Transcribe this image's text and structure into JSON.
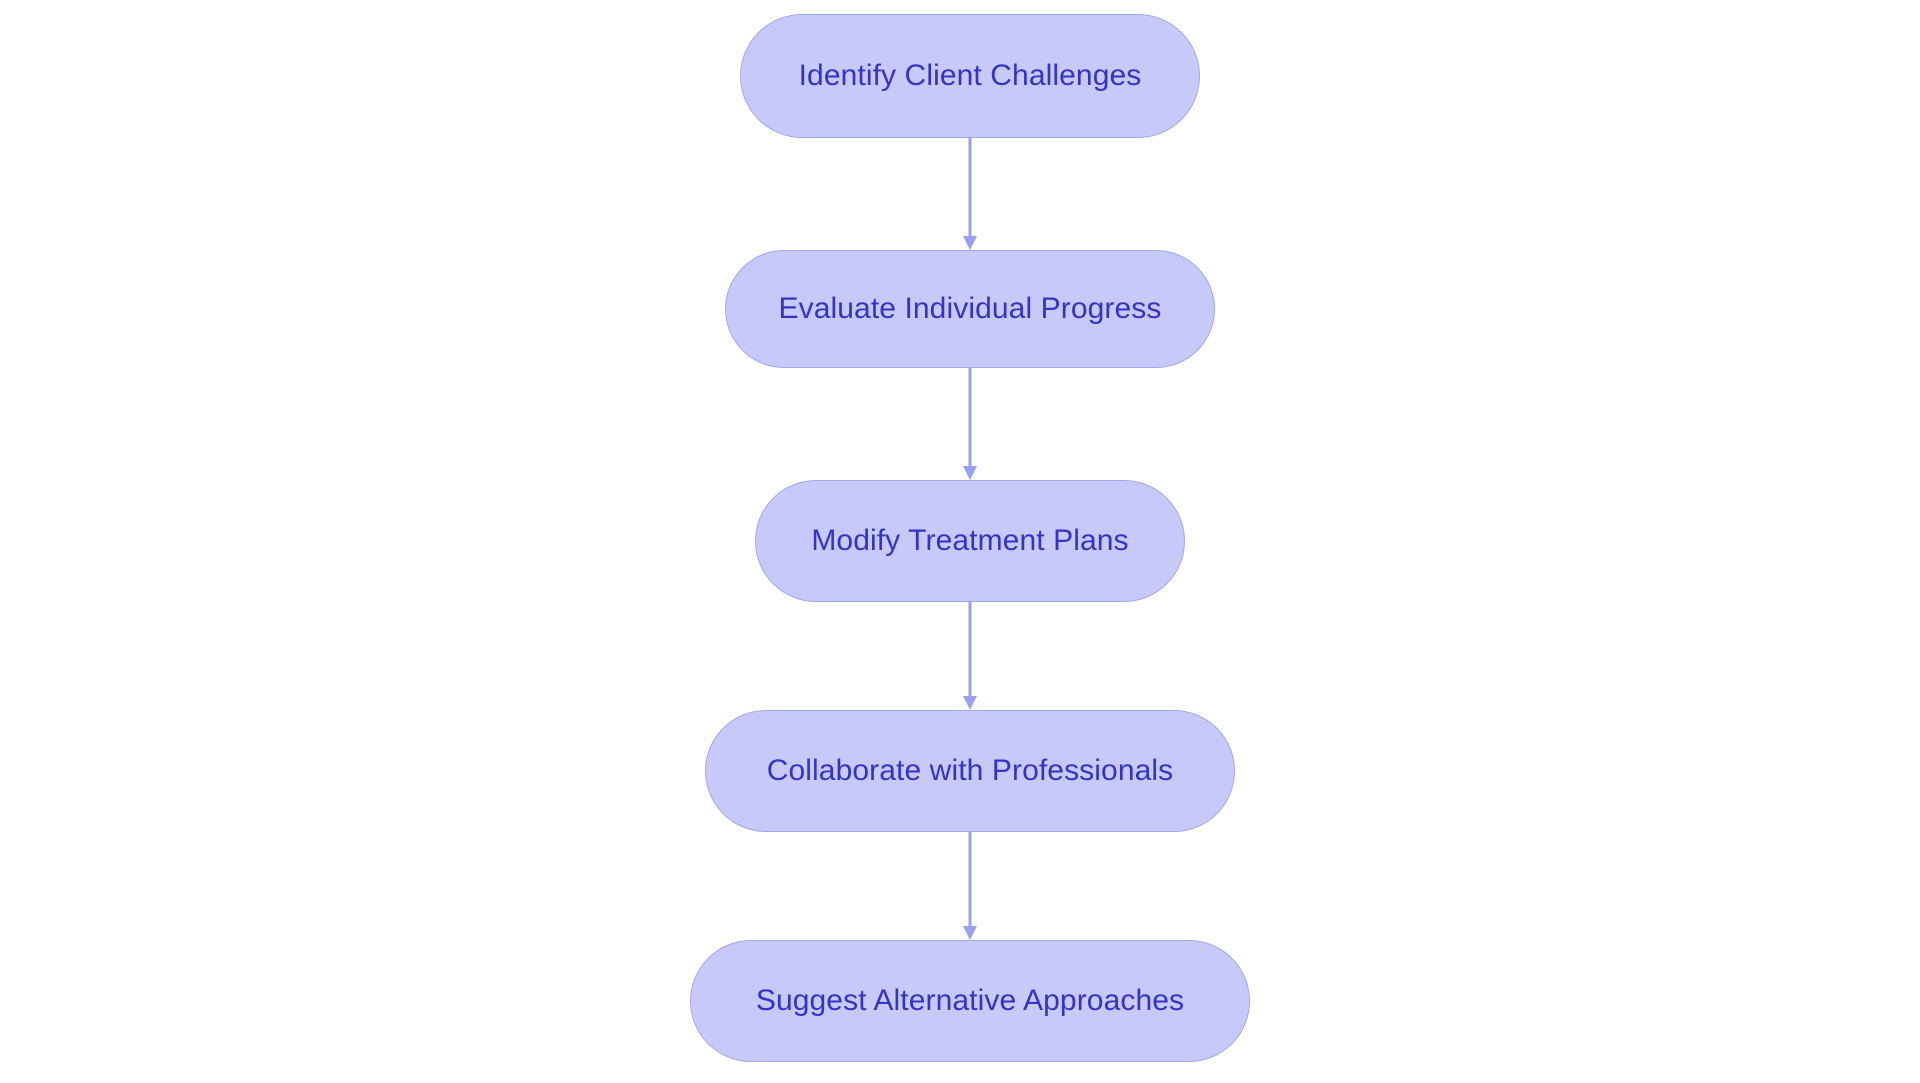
{
  "diagram": {
    "type": "flowchart",
    "orientation": "vertical-top-to-bottom",
    "background_color": "#ffffff",
    "node_fill_color": "#c7caf9",
    "node_border_color": "#a3a7ee",
    "node_text_color": "#3333cc",
    "connector_color": "#9aa0f0",
    "nodes": [
      {
        "id": "n0",
        "label": "Identify Client Challenges"
      },
      {
        "id": "n1",
        "label": "Evaluate Individual Progress"
      },
      {
        "id": "n2",
        "label": "Modify Treatment Plans"
      },
      {
        "id": "n3",
        "label": "Collaborate with Professionals"
      },
      {
        "id": "n4",
        "label": "Suggest Alternative Approaches"
      }
    ],
    "edges": [
      {
        "from": "n0",
        "to": "n1",
        "label": "",
        "arrow": "down-arrow-icon"
      },
      {
        "from": "n1",
        "to": "n2",
        "label": "",
        "arrow": "down-arrow-icon"
      },
      {
        "from": "n2",
        "to": "n3",
        "label": "",
        "arrow": "down-arrow-icon"
      },
      {
        "from": "n3",
        "to": "n4",
        "label": "",
        "arrow": "down-arrow-icon"
      }
    ]
  }
}
